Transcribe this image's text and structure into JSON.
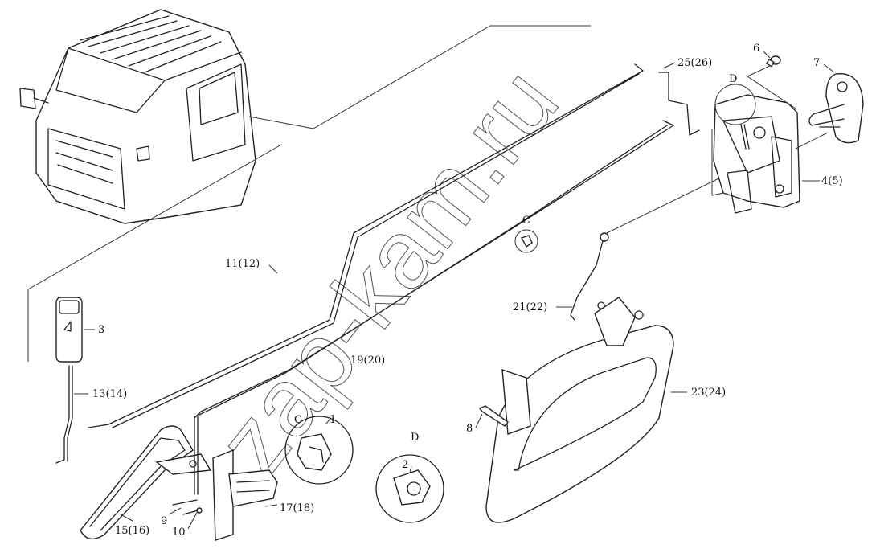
{
  "diagram": {
    "title": "Door lock and handle assembly",
    "watermark": "zap-kam.ru",
    "labels": {
      "l25": "25(26)",
      "l6": "6",
      "l7": "7",
      "lD_top": "D",
      "l4": "4(5)",
      "l11": "11(12)",
      "lC_top": "C",
      "l3": "3",
      "l21": "21(22)",
      "l19": "19(20)",
      "l13": "13(14)",
      "l23": "23(24)",
      "lC_detail": "C",
      "l1": "1",
      "l8": "8",
      "lD_detail": "D",
      "l2": "2",
      "l9": "9",
      "l10": "10",
      "l15": "15(16)",
      "l17": "17(18)"
    }
  }
}
